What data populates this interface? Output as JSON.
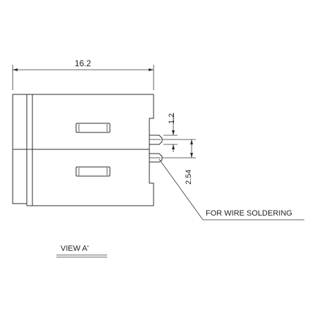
{
  "drawing": {
    "dimensions": {
      "width_overall": "16.2",
      "pin_width": "1.2",
      "pin_pitch": "2.54"
    },
    "callout": "FOR WIRE SOLDERING",
    "view_label": "VIEW A'"
  }
}
